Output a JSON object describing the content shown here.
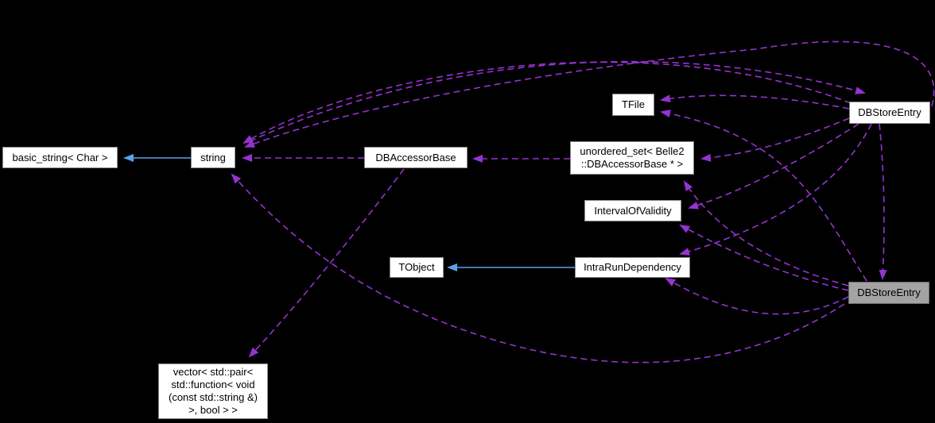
{
  "diagram": {
    "kind": "class-collaboration-graph",
    "colors": {
      "bg": "#000000",
      "edge-dashed": "#9533D1",
      "edge-solid": "#5BA1EA",
      "node-fill": "#FFFFFF",
      "node-border": "#8A8A8A",
      "node-text": "#000000",
      "highlight-fill": "#A3A3A3",
      "highlight-border": "#696969"
    },
    "nodes": [
      {
        "id": "basic-string",
        "label": "basic_string< Char >"
      },
      {
        "id": "string",
        "label": "string"
      },
      {
        "id": "dbaccessorbase",
        "label": "DBAccessorBase"
      },
      {
        "id": "unordered-set",
        "label": "unordered_set< Belle2\n::DBAccessorBase * >"
      },
      {
        "id": "tfile",
        "label": "TFile"
      },
      {
        "id": "dbstoreentry-top",
        "label": "DBStoreEntry"
      },
      {
        "id": "intervalofvalidity",
        "label": "IntervalOfValidity"
      },
      {
        "id": "tobject",
        "label": "TObject"
      },
      {
        "id": "intrarundependency",
        "label": "IntraRunDependency"
      },
      {
        "id": "dbstoreentry-current",
        "label": "DBStoreEntry"
      },
      {
        "id": "callback-vector",
        "label": "vector< std::pair<\nstd::function< void\n(const std::string &)\n>, bool > >"
      }
    ]
  }
}
